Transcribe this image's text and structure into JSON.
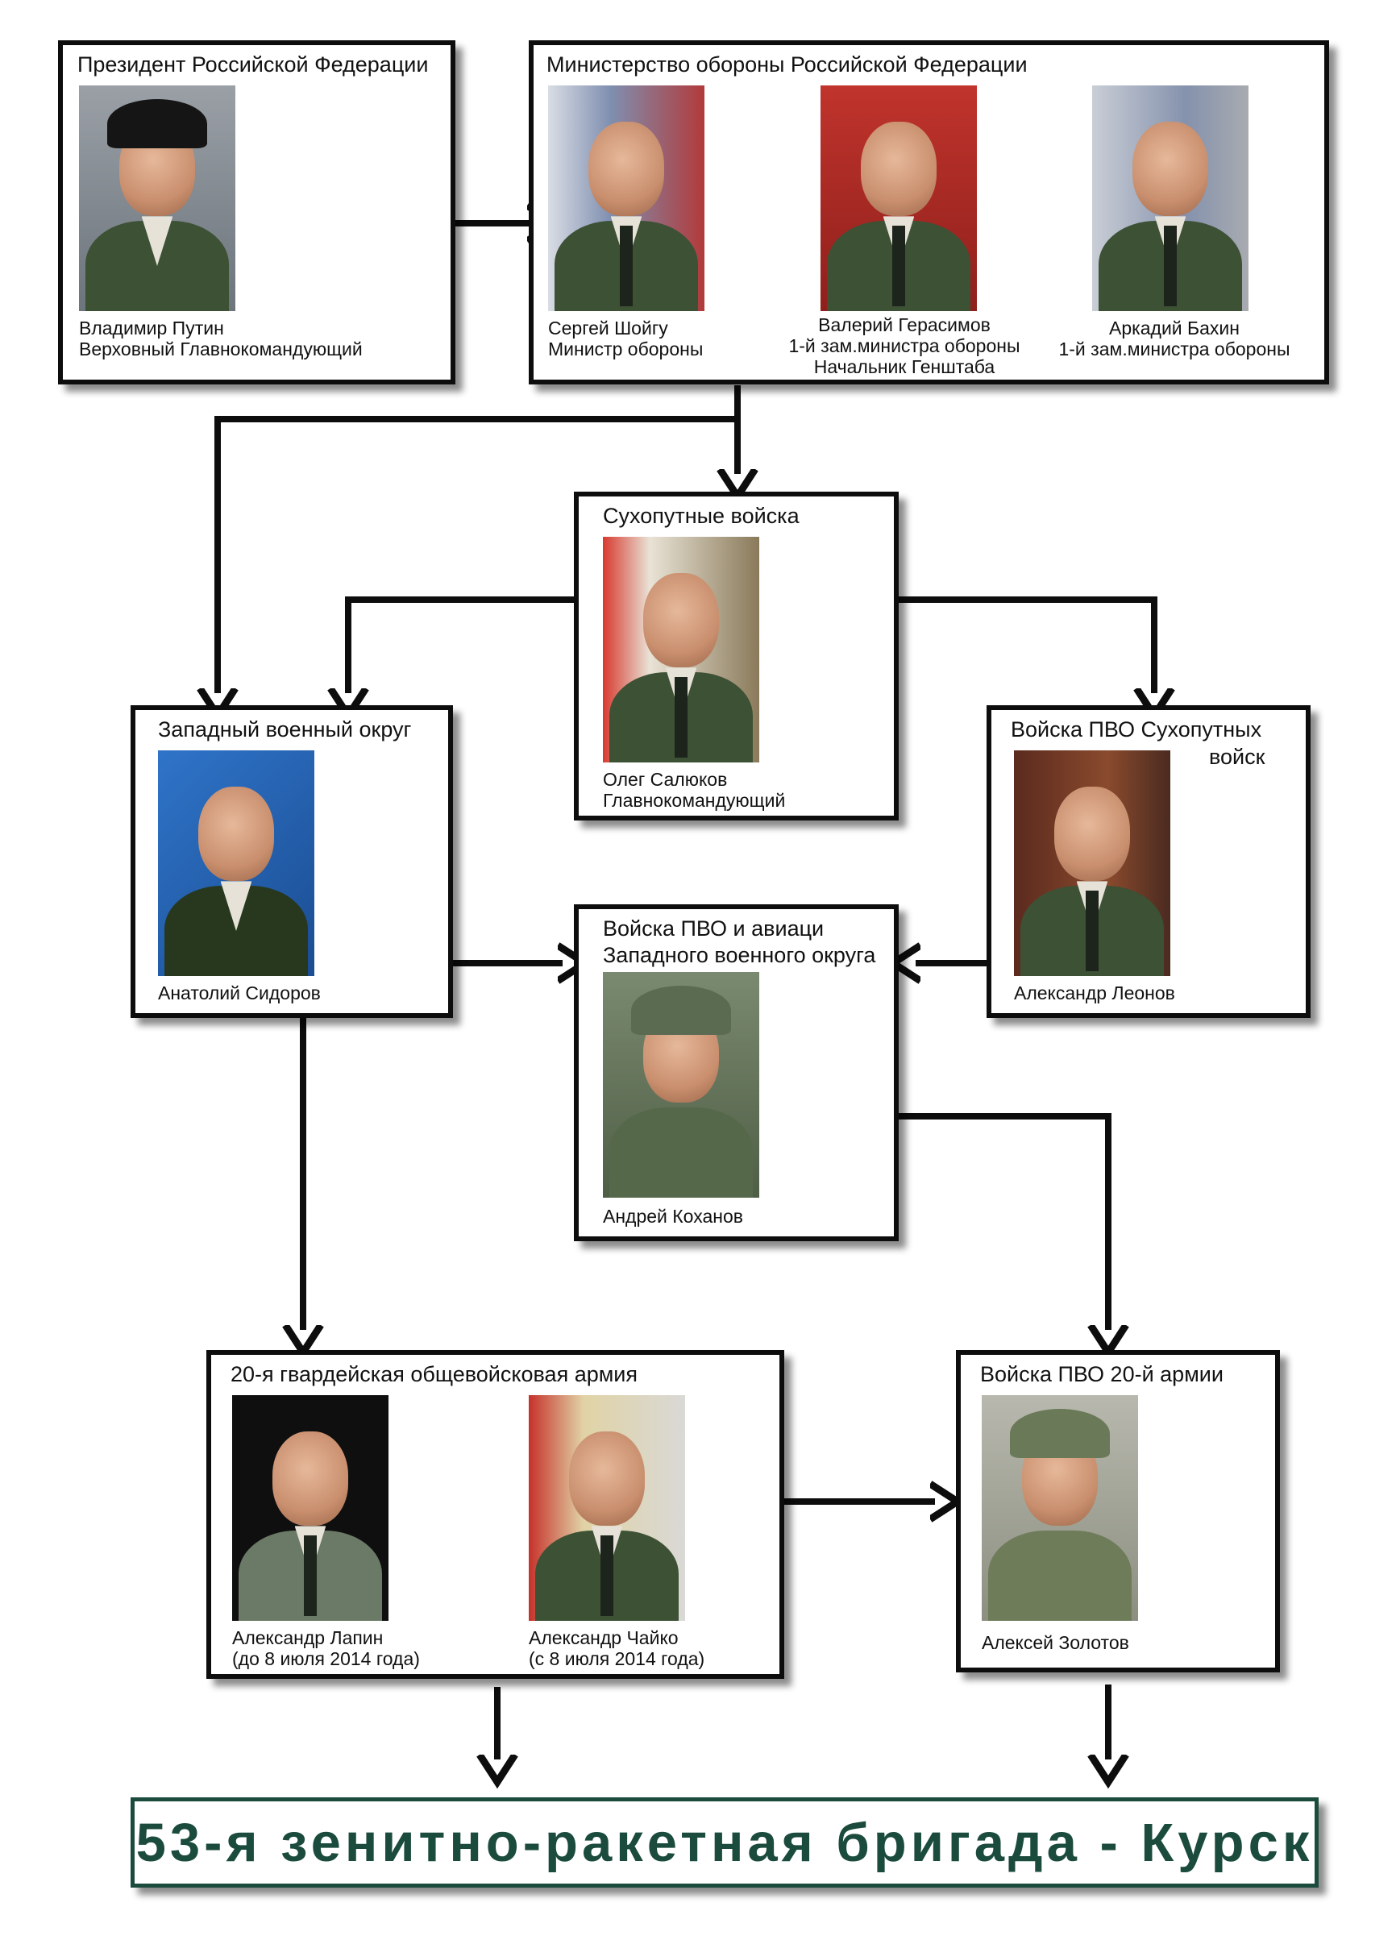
{
  "nodes": {
    "president": {
      "title": "Президент Российской Федерации",
      "people": [
        {
          "name": "Владимир Путин",
          "role": "Верховный Главнокомандующий"
        }
      ]
    },
    "ministry": {
      "title": "Министерство обороны Российской Федерации",
      "people": [
        {
          "name": "Сергей Шойгу",
          "role": "Министр обороны"
        },
        {
          "name": "Валерий Герасимов",
          "role": "1-й зам.министра обороны",
          "role2": "Начальник Генштаба"
        },
        {
          "name": "Аркадий Бахин",
          "role": "1-й зам.министра обороны"
        }
      ]
    },
    "ground_forces": {
      "title": "Сухопутные войска",
      "people": [
        {
          "name": "Олег Салюков",
          "role": "Главнокомандующий"
        }
      ]
    },
    "western_district": {
      "title": "Западный военный округ",
      "people": [
        {
          "name": "Анатолий Сидоров"
        }
      ]
    },
    "ground_air_defense": {
      "title_line1": "Войска ПВО Сухопутных",
      "title_line2": "войск",
      "people": [
        {
          "name": "Александр Леонов"
        }
      ]
    },
    "western_air_defense": {
      "title_line1": "Войска ПВО и авиаци",
      "title_line2": "Западного военного округа",
      "people": [
        {
          "name": "Андрей Коханов"
        }
      ]
    },
    "army_20": {
      "title": "20-я гвардейская общевойсковая армия",
      "people": [
        {
          "name": "Александр Лапин",
          "role": "(до 8 июля 2014 года)"
        },
        {
          "name": "Александр Чайко",
          "role": "(с 8 июля 2014 года)"
        }
      ]
    },
    "army_20_air_defense": {
      "title": "Войска ПВО 20-й армии",
      "people": [
        {
          "name": "Алексей Золотов"
        }
      ]
    }
  },
  "final": {
    "label": "53-я зенитно-ракетная бригада - Курск"
  },
  "colors": {
    "border": "#0d0d0d",
    "final_accent": "#1b4b3c"
  }
}
